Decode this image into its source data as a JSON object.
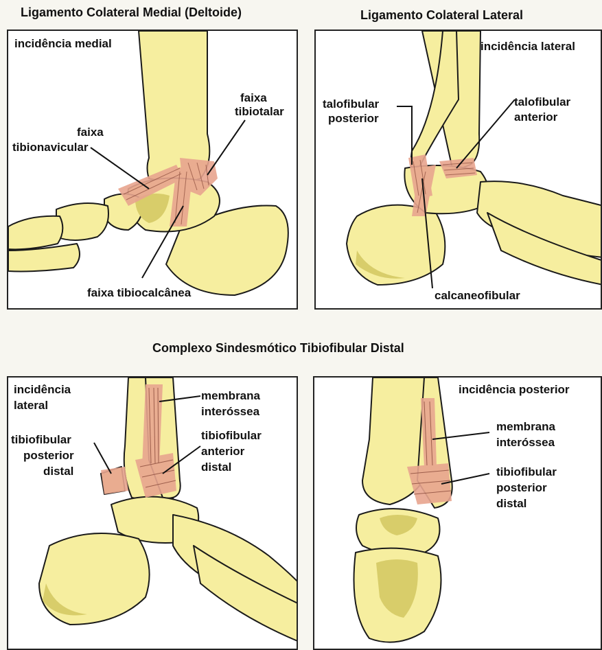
{
  "titles": {
    "medial": "Ligamento Colateral Medial (Deltoide)",
    "lateral": "Ligamento Colateral Lateral",
    "syndesmosis": "Complexo Sindesmótico Tibiofibular Distal"
  },
  "panel_medial": {
    "view": "incidência medial",
    "band_tibiotalar": [
      "faixa",
      "tibiotalar"
    ],
    "band_tibionavicular": [
      "faixa",
      "tibionavicular"
    ],
    "band_tibiocalcaneal": "faixa tibiocalcânea"
  },
  "panel_lateral": {
    "view": "incidência lateral",
    "posterior_talofibular": [
      "talofibular",
      "posterior"
    ],
    "anterior_talofibular": [
      "talofibular",
      "anterior"
    ],
    "calcaneofibular": "calcaneofibular"
  },
  "panel_synd_lateral": {
    "view": [
      "incidência",
      "lateral"
    ],
    "interosseous": [
      "membrana",
      "interóssea"
    ],
    "anterior_tibiofibular": [
      "tibiofibular",
      "anterior",
      "distal"
    ],
    "posterior_tibiofibular": [
      "tibiofibular",
      "posterior",
      "distal"
    ]
  },
  "panel_synd_posterior": {
    "view": "incidência posterior",
    "interosseous": [
      "membrana",
      "interóssea"
    ],
    "posterior_tibiofibular": [
      "tibiofibular",
      "posterior",
      "distal"
    ]
  },
  "colors": {
    "bone": "#f6ee9f",
    "bone_shadow": "#d8cd6a",
    "ligament": "#e8a58f",
    "outline": "#1a1a1a"
  }
}
